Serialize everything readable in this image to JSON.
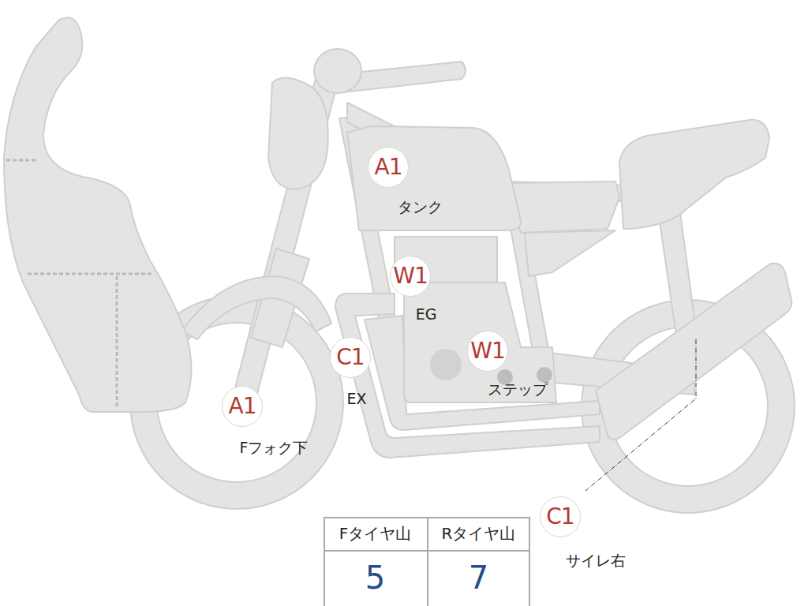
{
  "diagram": {
    "nodes": [
      {
        "text": [
          "A1",
          "タンク"
        ]
      },
      {
        "text": [
          "W1",
          "EG"
        ]
      },
      {
        "text": [
          "C1",
          "EX"
        ]
      },
      {
        "text": [
          "W1",
          "ステップ"
        ]
      },
      {
        "text": [
          "A1",
          "Fフォク下"
        ]
      },
      {
        "text": [
          "C1",
          "サイレ右"
        ]
      }
    ],
    "labels": [
      "Fタイヤ山",
      "Rタイヤ山",
      "5",
      "7"
    ]
  }
}
